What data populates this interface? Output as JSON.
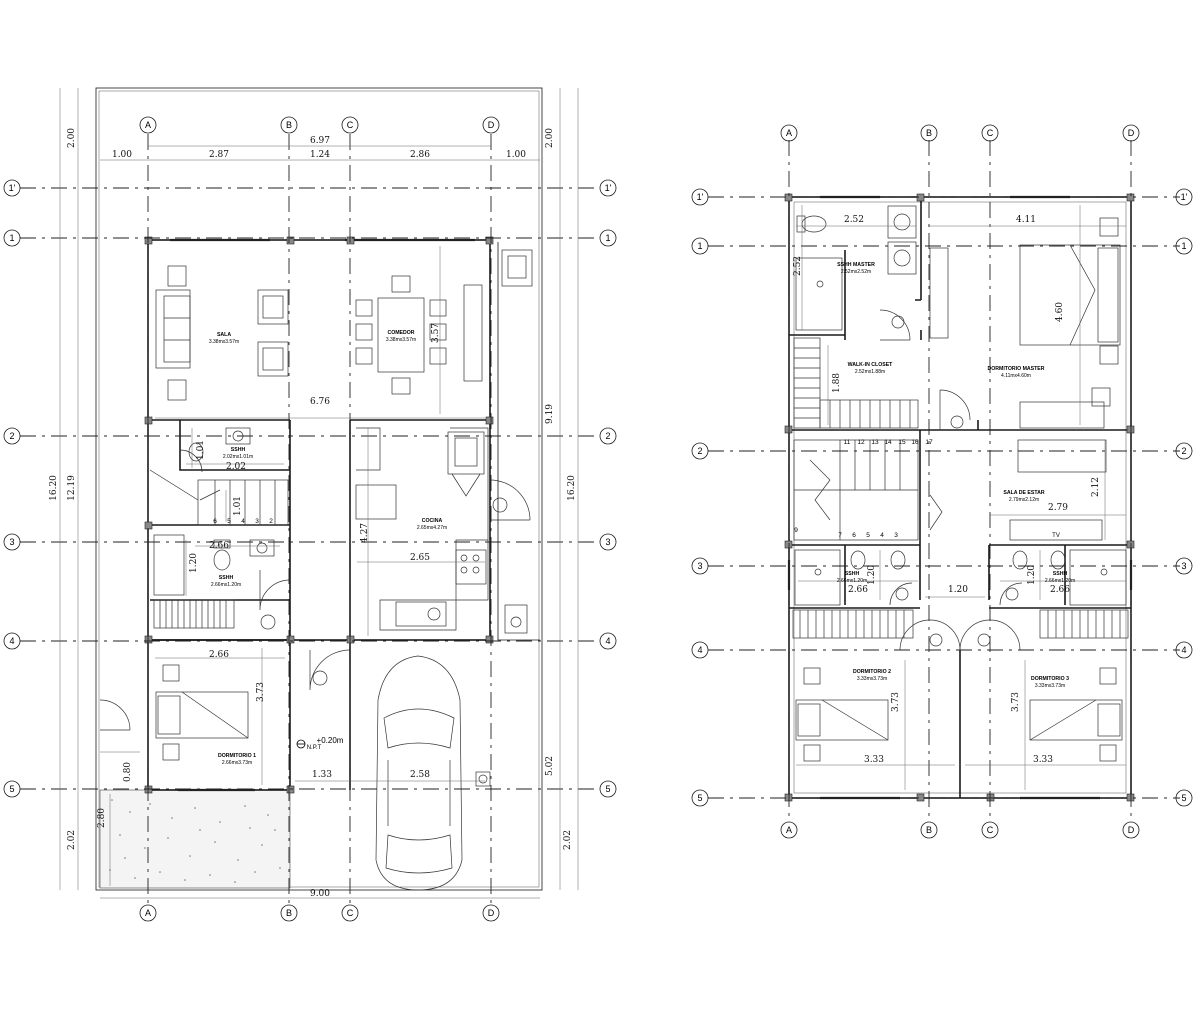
{
  "axes_letter": [
    "A",
    "B",
    "C",
    "D"
  ],
  "axes_number": [
    "1'",
    "1",
    "2",
    "3",
    "4",
    "5"
  ],
  "ground": {
    "dims": {
      "top_total": "6.97",
      "top_1": "1.00",
      "top_2": "2.87",
      "top_3": "1.24",
      "top_4": "2.86",
      "top_5": "1.00",
      "bottom_total": "9.00",
      "left_1": "2.00",
      "left_2": "12.19",
      "left_3": "16.20",
      "left_4": "2.02",
      "right_1": "2.00",
      "right_2": "9.19",
      "right_3": "16.20",
      "right_4": "5.02",
      "right_5": "2.02",
      "sala_w": "6.76",
      "sala_h": "3.57",
      "ssh1_w": "2.02",
      "ssh1_h": "1.01",
      "stair_w": "1.01",
      "ssh2_w": "2.66",
      "ssh2_h": "1.20",
      "dorm1_w": "2.66",
      "dorm1_h": "3.73",
      "cocina_w": "2.65",
      "cocina_h": "4.27",
      "garage_1": "1.33",
      "garage_2": "2.58",
      "entry_1": "0.80",
      "entry_2": "2.80"
    },
    "rooms": {
      "sala_name": "SALA",
      "sala_area": "3.38mx3.57m",
      "comedor_name": "COMEDOR",
      "comedor_area": "3.38mx3.57m",
      "ssh1_name": "SSHH",
      "ssh1_area": "2.02mx1.01m",
      "ssh2_name": "SSHH",
      "ssh2_area": "2.66mx1.20m",
      "cocina_name": "COCINA",
      "cocina_area": "2.65mx4.27m",
      "dorm1_name": "DORMITORIO 1",
      "dorm1_area": "2.66mx3.73m"
    },
    "level": "+0.20m",
    "level_tag": "N.P.T",
    "stair_steps": [
      "6",
      "5",
      "4",
      "3",
      "2"
    ]
  },
  "upper": {
    "dims": {
      "master_bath_w": "2.52",
      "master_bath_h": "2.52",
      "dorm_master_w": "4.11",
      "dorm_master_h": "4.60",
      "closet_h": "1.88",
      "estar_w": "2.79",
      "estar_h": "2.12",
      "ssh_l_w": "2.66",
      "ssh_l_h": "1.20",
      "ssh_r_w": "2.66",
      "ssh_r_h": "1.20",
      "hall_w": "1.20",
      "dorm2_w": "3.33",
      "dorm2_h": "3.73",
      "dorm3_w": "3.33",
      "dorm3_h": "3.73"
    },
    "rooms": {
      "master_bath_name": "SSHH MASTER",
      "master_bath_area": "2.52mx2.52m",
      "closet_name": "WALK-IN CLOSET",
      "closet_area": "2.52mx1.88m",
      "dorm_master_name": "DORMITORIO MASTER",
      "dorm_master_area": "4.11mx4.60m",
      "estar_name": "SALA DE ESTAR",
      "estar_area": "2.79mx2.12m",
      "ssh_l_name": "SSHH",
      "ssh_l_area": "2.66mx1.20m",
      "ssh_r_name": "SSHH",
      "ssh_r_area": "2.66mx1.20m",
      "dorm2_name": "DORMITORIO 2",
      "dorm2_area": "3.33mx3.73m",
      "dorm3_name": "DORMITORIO 3",
      "dorm3_area": "3.33mx3.73m"
    },
    "tv_label": "TV",
    "stair_steps_top": [
      "11",
      "12",
      "13",
      "14",
      "15",
      "16",
      "17"
    ],
    "stair_steps_bottom": [
      "9",
      "7",
      "6",
      "5",
      "4",
      "3"
    ]
  }
}
